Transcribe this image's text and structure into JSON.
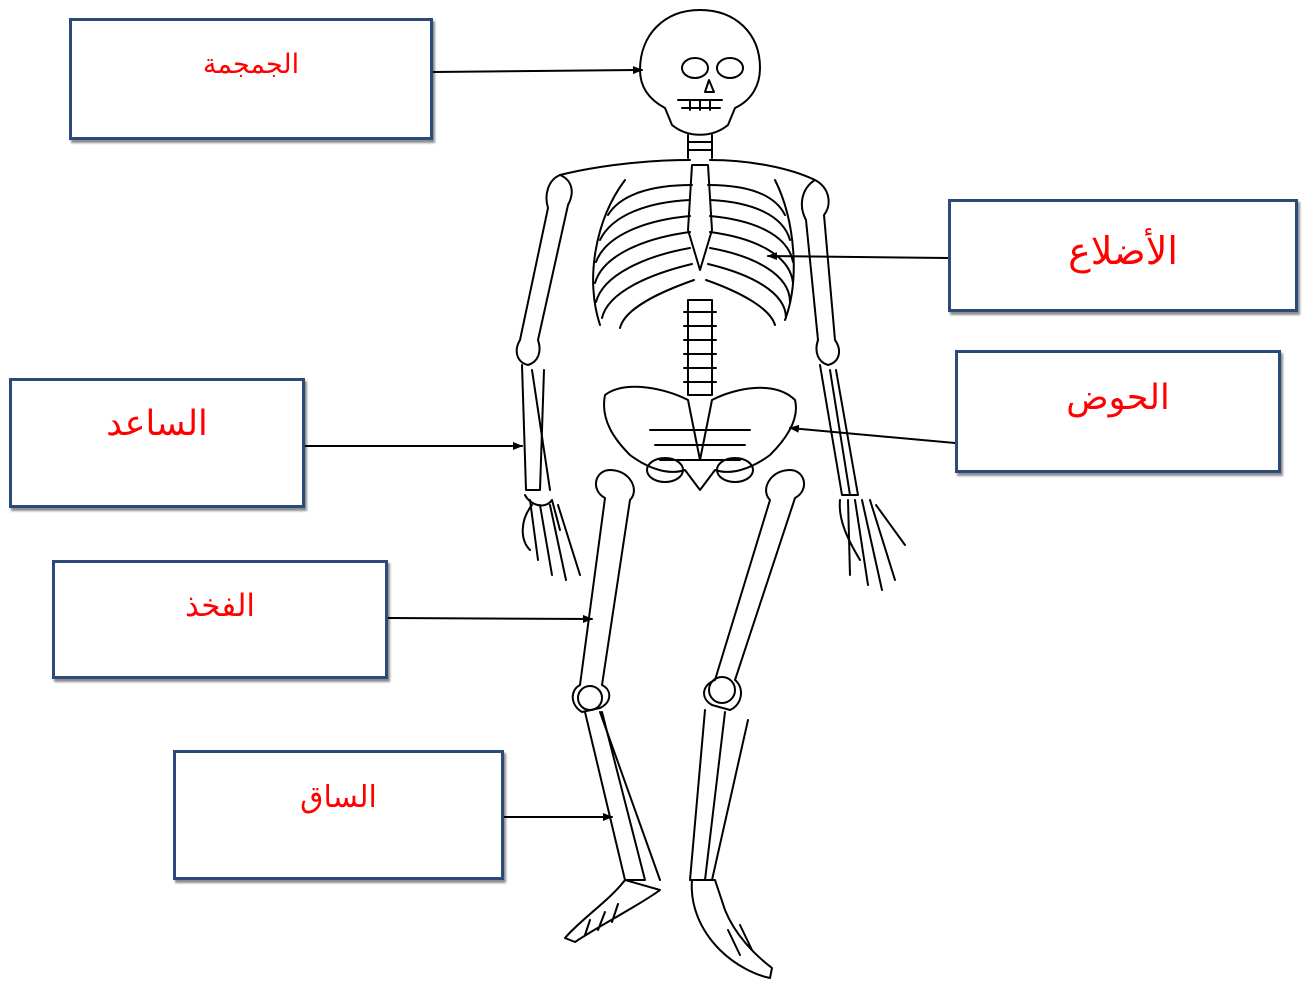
{
  "labels": {
    "skull": "الجمجمة",
    "ribs": "الأضلاع",
    "pelvis": "الحوض",
    "forearm": "الساعد",
    "thigh": "الفخذ",
    "leg": "الساق"
  },
  "colors": {
    "label_text": "#ff0000",
    "box_border": "#2b4a7a",
    "line_art": "#000000"
  }
}
